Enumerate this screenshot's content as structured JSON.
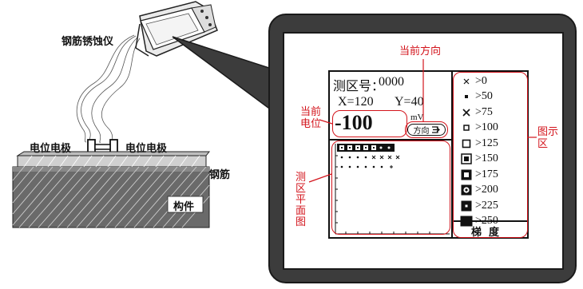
{
  "labels": {
    "instrument": "钢筋锈蚀仪",
    "electrode_left": "电位电极",
    "electrode_right": "电位电极",
    "rebar": "钢筋",
    "member": "构件",
    "current_direction": "当前方向",
    "current_potential": "当前电位",
    "measure_plane": "测区平面图",
    "legend_area": "图示区"
  },
  "screen": {
    "zone_label": "测区号：",
    "zone_value": "0000",
    "x_label": "X=120",
    "y_label": "Y=40",
    "potential": "-100",
    "unit": "mV",
    "direction_label": "方向",
    "direction_icon": "arrow-right-icon"
  },
  "legend": {
    "items": [
      {
        "label": ">0",
        "symbol": "small-x"
      },
      {
        "label": ">50",
        "symbol": "dot"
      },
      {
        "label": ">75",
        "symbol": "x"
      },
      {
        "label": ">100",
        "symbol": "small-square"
      },
      {
        "label": ">125",
        "symbol": "square"
      },
      {
        "label": ">150",
        "symbol": "double-square"
      },
      {
        "label": ">175",
        "symbol": "framed-square"
      },
      {
        "label": ">200",
        "symbol": "ring-square"
      },
      {
        "label": ">225",
        "symbol": "black-square-dot"
      },
      {
        "label": ">250",
        "symbol": "solid-square"
      }
    ],
    "footer": "梯  度"
  },
  "colors": {
    "annotation_red": "#d3141c",
    "frame_dark": "#3c3c3c"
  }
}
